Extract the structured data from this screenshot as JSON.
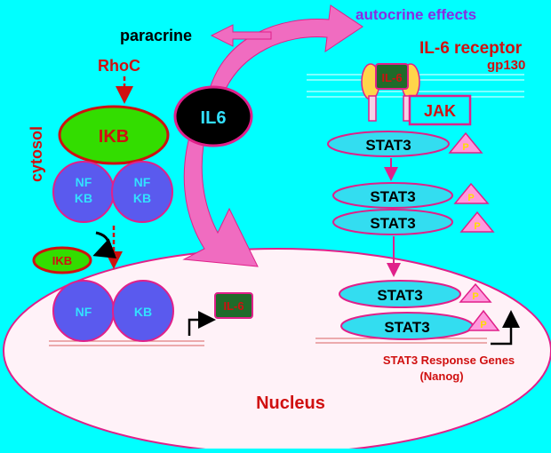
{
  "labels": {
    "autocrine": "autocrine effects",
    "paracrine": "paracrine",
    "rhoc": "RhoC",
    "cytosol": "cytosol",
    "il6": "IL6",
    "il6_receptor": "IL-6 receptor",
    "gp130": "gp130",
    "receptor_ligand": "IL-6",
    "jak": "JAK",
    "ikb_large": "IKB",
    "nf": "NF",
    "kb": "KB",
    "ikb_small": "IKB",
    "il6_gene": "IL-6",
    "stat3": "STAT3",
    "phospho": "P",
    "response_genes_line1": "STAT3 Response Genes",
    "response_genes_line2": "(Nanog)",
    "nucleus": "Nucleus"
  },
  "colors": {
    "background": "#00FFFF",
    "red_text": "#D01010",
    "purple_text": "#8A2BE2",
    "magenta_border": "#E0208A",
    "pink_arrow": "#F06CC0",
    "nfkb_fill": "#5A5AEE",
    "nfkb_text": "#33E0FF",
    "ikb_fill": "#33DD00",
    "stat3_fill": "#33DDF0",
    "phospho_fill": "#FF99DD",
    "phospho_text": "#FFDD00",
    "il6_box": "#1F6B2A",
    "nucleus_fill": "#FFF2F8"
  }
}
